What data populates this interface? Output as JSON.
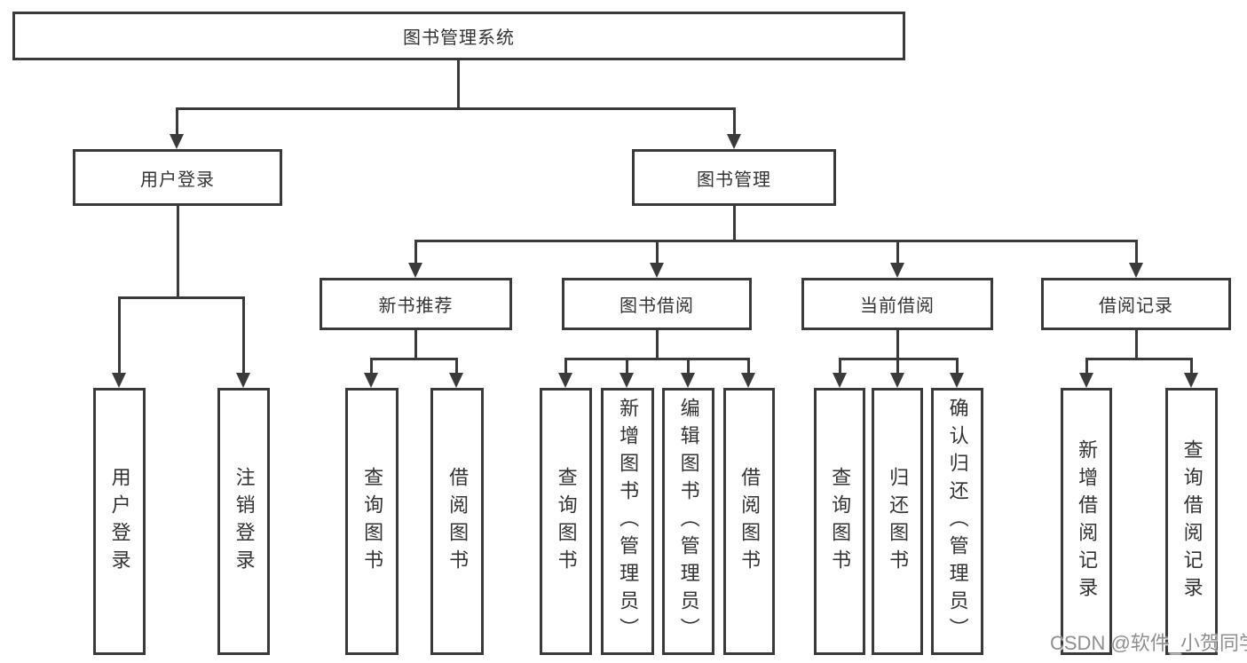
{
  "tree": {
    "root": {
      "label": "图书管理系统",
      "children": [
        {
          "label": "用户登录",
          "children": [
            {
              "label": "用户登录"
            },
            {
              "label": "注销登录"
            }
          ]
        },
        {
          "label": "图书管理",
          "children": [
            {
              "label": "新书推荐",
              "children": [
                {
                  "label": "查询图书"
                },
                {
                  "label": "借阅图书"
                }
              ]
            },
            {
              "label": "图书借阅",
              "children": [
                {
                  "label": "查询图书"
                },
                {
                  "label": "新增图书（管理员）"
                },
                {
                  "label": "编辑图书（管理员）"
                },
                {
                  "label": "借阅图书"
                }
              ]
            },
            {
              "label": "当前借阅",
              "children": [
                {
                  "label": "查询图书"
                },
                {
                  "label": "归还图书"
                },
                {
                  "label": "确认归还（管理员）"
                }
              ]
            },
            {
              "label": "借阅记录",
              "children": [
                {
                  "label": "新增借阅记录"
                },
                {
                  "label": "查询借阅记录"
                }
              ]
            }
          ]
        }
      ]
    }
  },
  "watermark": {
    "text": "CSDN @软件_小贺同学",
    "color": "#8f8f8f"
  },
  "colors": {
    "line": "#3a3a3a",
    "text": "#333333",
    "background": "#ffffff"
  }
}
